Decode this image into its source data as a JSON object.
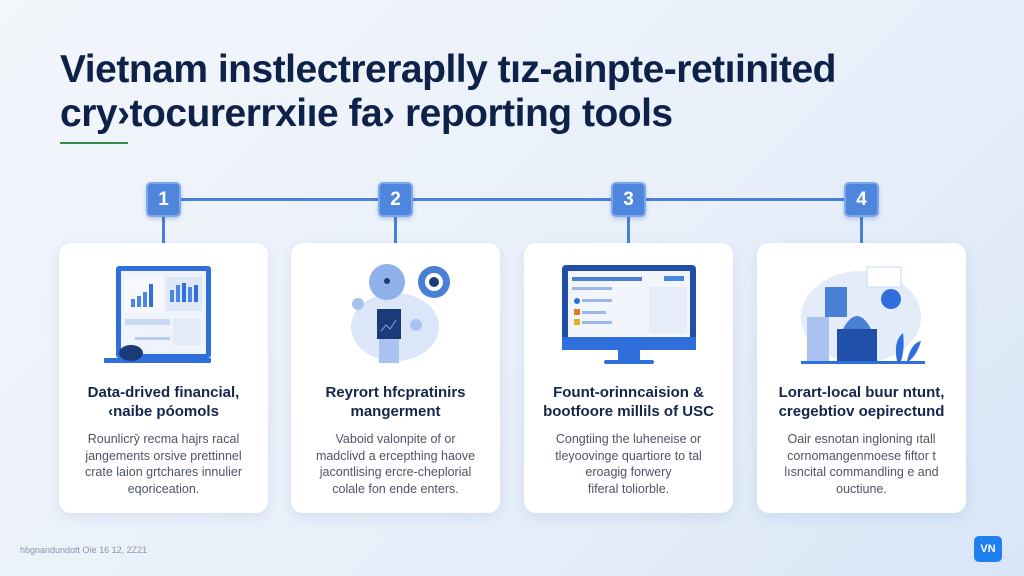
{
  "title": {
    "line1": "Vietnam instlectrerapl​ly tız-ainpte-retıinited",
    "line2": "cry›tocurerrxiıe fa› reporting tools"
  },
  "steps": [
    {
      "number": "1",
      "heading1": "Data-drived financial,",
      "heading2": "‹naibe póomols",
      "body": [
        "Rounlicry̆ recma hajrs racal",
        "jangements orsive prettinnel",
        "crate laion grtchares innulier",
        "eqoriceation."
      ],
      "icon": "laptop-dashboard-icon"
    },
    {
      "number": "2",
      "heading1": "Reyrort hfcpratinirs",
      "heading2": "mangerment",
      "body": [
        "Vaboid valonpite of or",
        "madclivd a ercepthing haove",
        "jacontlising ercre-cheplorial",
        "colale fon ende enters."
      ],
      "icon": "robot-gear-icon"
    },
    {
      "number": "3",
      "heading1": "Fount-orinncaision &",
      "heading2": "bootfoore millils of USC",
      "body": [
        "Congtiing the luheneise or",
        "tleyoovinge quartiore to tal",
        "eroagig forwery",
        "fiferal toliorble."
      ],
      "icon": "monitor-report-icon"
    },
    {
      "number": "4",
      "heading1": "Lorart-local buur ntunt,",
      "heading2": "cregebtiov oepirectund",
      "body": [
        "Oair esnotan ingloning ıtall",
        "cornomangenmoese fiftor t",
        "lısncital commandling e and",
        "ouctiune."
      ],
      "icon": "office-workspace-icon"
    }
  ],
  "footer": {
    "text": "hbgnandundott Oie 16 12, 2Z21",
    "logo": "VN"
  },
  "colors": {
    "accent": "#4e86dd",
    "title": "#0e2148",
    "underline": "#3c8a4a"
  }
}
